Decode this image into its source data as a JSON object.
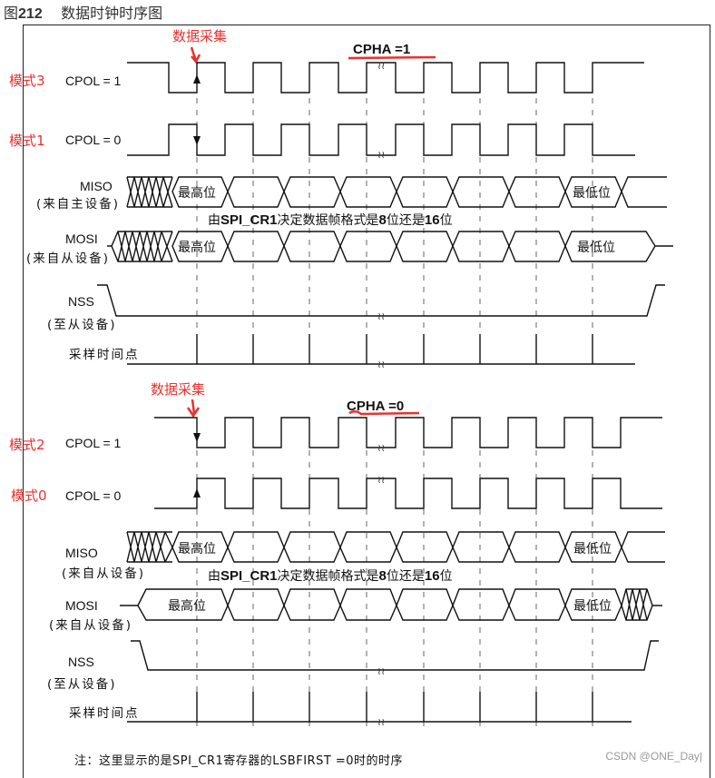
{
  "figure": {
    "title_prefix": "图",
    "title_number": "212",
    "title_text": "数据时钟时序图",
    "note": "注：这里显示的是SPI_CR1寄存器的LSBFIRST =0时的时序",
    "watermark": "CSDN @ONE_Day|"
  },
  "top_panel": {
    "cpha_label": "CPHA =1",
    "annotation": "数据采集",
    "mode_a": "模式3",
    "mode_a_cpol": "CPOL = 1",
    "mode_b": "模式1",
    "mode_b_cpol": "CPOL = 0",
    "miso_label": "MISO",
    "miso_sub": "(来自主设备)",
    "mosi_label": "MOSI",
    "mosi_sub": "(来自从设备)",
    "frame_note_pre": "由",
    "frame_note_reg": "SPI_CR1",
    "frame_note_mid": "决定数据帧格式是",
    "frame_note_8": "8",
    "frame_note_mid2": "位还是",
    "frame_note_16": "16",
    "frame_note_end": "位",
    "msb": "最高位",
    "lsb": "最低位",
    "nss_label": "NSS",
    "nss_sub": "(至从设备)",
    "sample_label": "采样时间点"
  },
  "bottom_panel": {
    "cpha_label": "CPHA =0",
    "annotation": "数据采集",
    "mode_a": "模式2",
    "mode_a_cpol": "CPOL = 1",
    "mode_b": "模式0",
    "mode_b_cpol": "CPOL = 0",
    "miso_label": "MISO",
    "miso_sub": "(来自从设备)",
    "mosi_label": "MOSI",
    "mosi_sub": "(来自从设备)",
    "frame_note_pre": "由",
    "frame_note_reg": "SPI_CR1",
    "frame_note_mid": "决定数据帧格式是",
    "frame_note_8": "8",
    "frame_note_mid2": "位还是",
    "frame_note_16": "16",
    "frame_note_end": "位",
    "msb": "最高位",
    "lsb": "最低位",
    "nss_label": "NSS",
    "nss_sub": "(至从设备)",
    "sample_label": "采样时间点"
  },
  "colors": {
    "annotation_red": "#e8322e",
    "line": "#111111",
    "dash": "#666666"
  }
}
